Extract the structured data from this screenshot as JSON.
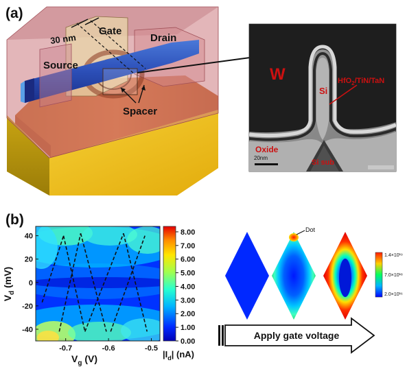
{
  "panel_a": {
    "label": "(a)",
    "device_labels": {
      "gate": "Gate",
      "drain": "Drain",
      "source": "Source",
      "spacer": "Spacer",
      "dimension": "30 nm"
    },
    "tem": {
      "metal": "W",
      "channel": "Si",
      "stack_prefix": "HfO",
      "stack_subscript": "2",
      "stack_suffix": "/TiN/TaN",
      "oxide": "Oxide",
      "substrate": "Si sub",
      "scale_bar": "20nm"
    }
  },
  "panel_b": {
    "label": "(b)",
    "colorbar_label_prefix": "|I",
    "colorbar_label_sub": "d",
    "colorbar_label_suffix": "| (nA)",
    "dot_label": "Dot",
    "arrow_text": "Apply gate voltage",
    "potential_scale_labels": [
      "1.4×10¹⁹",
      "7.0×10¹⁸",
      "2.0×10¹⁶"
    ]
  },
  "chart_data": {
    "type": "heatmap",
    "xlabel_prefix": "V",
    "xlabel_sub": "g",
    "xlabel_suffix": " (V)",
    "ylabel_prefix": "V",
    "ylabel_sub": "d",
    "ylabel_suffix": " (mV)",
    "xlim": [
      -0.77,
      -0.48
    ],
    "ylim": [
      -50,
      48
    ],
    "x_ticks": [
      -0.7,
      -0.6,
      -0.5
    ],
    "x_tick_labels": [
      "-0.7",
      "-0.6",
      "-0.5"
    ],
    "y_ticks": [
      -40,
      -20,
      0,
      20,
      40
    ],
    "y_tick_labels": [
      "-40",
      "-20",
      "0",
      "20",
      "40"
    ],
    "colorbar_range": [
      0,
      8.4
    ],
    "colorbar_ticks": [
      0,
      1,
      2,
      3,
      4,
      5,
      6,
      7,
      8
    ],
    "colorbar_tick_labels": [
      "0.00",
      "1.00",
      "2.00",
      "3.00",
      "4.00",
      "5.00",
      "6.00",
      "7.00",
      "8.00"
    ],
    "diamond_lines": [
      [
        [
          -0.755,
          -17
        ],
        [
          -0.705,
          40
        ]
      ],
      [
        [
          -0.705,
          40
        ],
        [
          -0.655,
          -42
        ]
      ],
      [
        [
          -0.715,
          -42
        ],
        [
          -0.665,
          42
        ]
      ],
      [
        [
          -0.665,
          42
        ],
        [
          -0.605,
          -42
        ]
      ],
      [
        [
          -0.655,
          -42
        ],
        [
          -0.565,
          42
        ]
      ],
      [
        [
          -0.565,
          42
        ],
        [
          -0.51,
          -42
        ]
      ],
      [
        [
          -0.595,
          -42
        ],
        [
          -0.515,
          40
        ]
      ]
    ]
  }
}
